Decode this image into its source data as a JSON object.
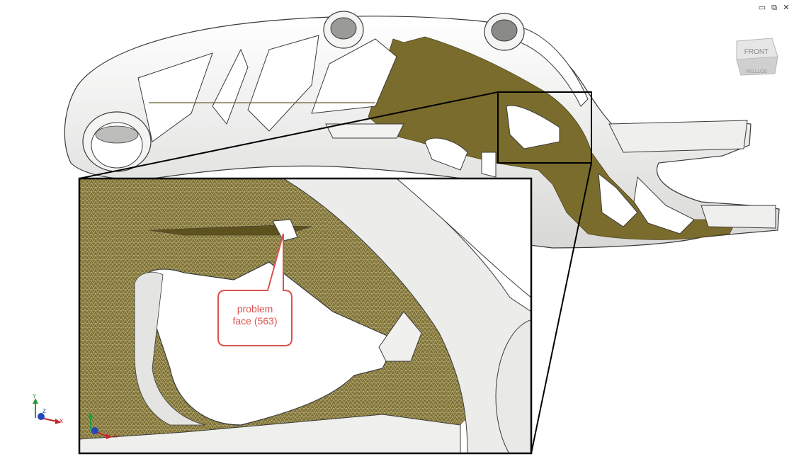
{
  "window_controls": {
    "minimize": "▭",
    "restore": "⧉",
    "close": "✕"
  },
  "viewcube": {
    "face_label": "FRONT",
    "bottom_label": "BOTTOM"
  },
  "callout": {
    "line1": "problem",
    "line2": "face (563)"
  },
  "axes": {
    "x": "x",
    "y": "Y",
    "z": "Z"
  },
  "colors": {
    "mesh_face": "#7a6c2c",
    "model_body": "#eeeeec",
    "model_edge": "#3a3a3a",
    "callout_border": "#d9534f",
    "callout_text": "#d9534f",
    "axis_x": "#c0262d",
    "axis_y": "#2a9a3a",
    "axis_z": "#2346b8"
  }
}
